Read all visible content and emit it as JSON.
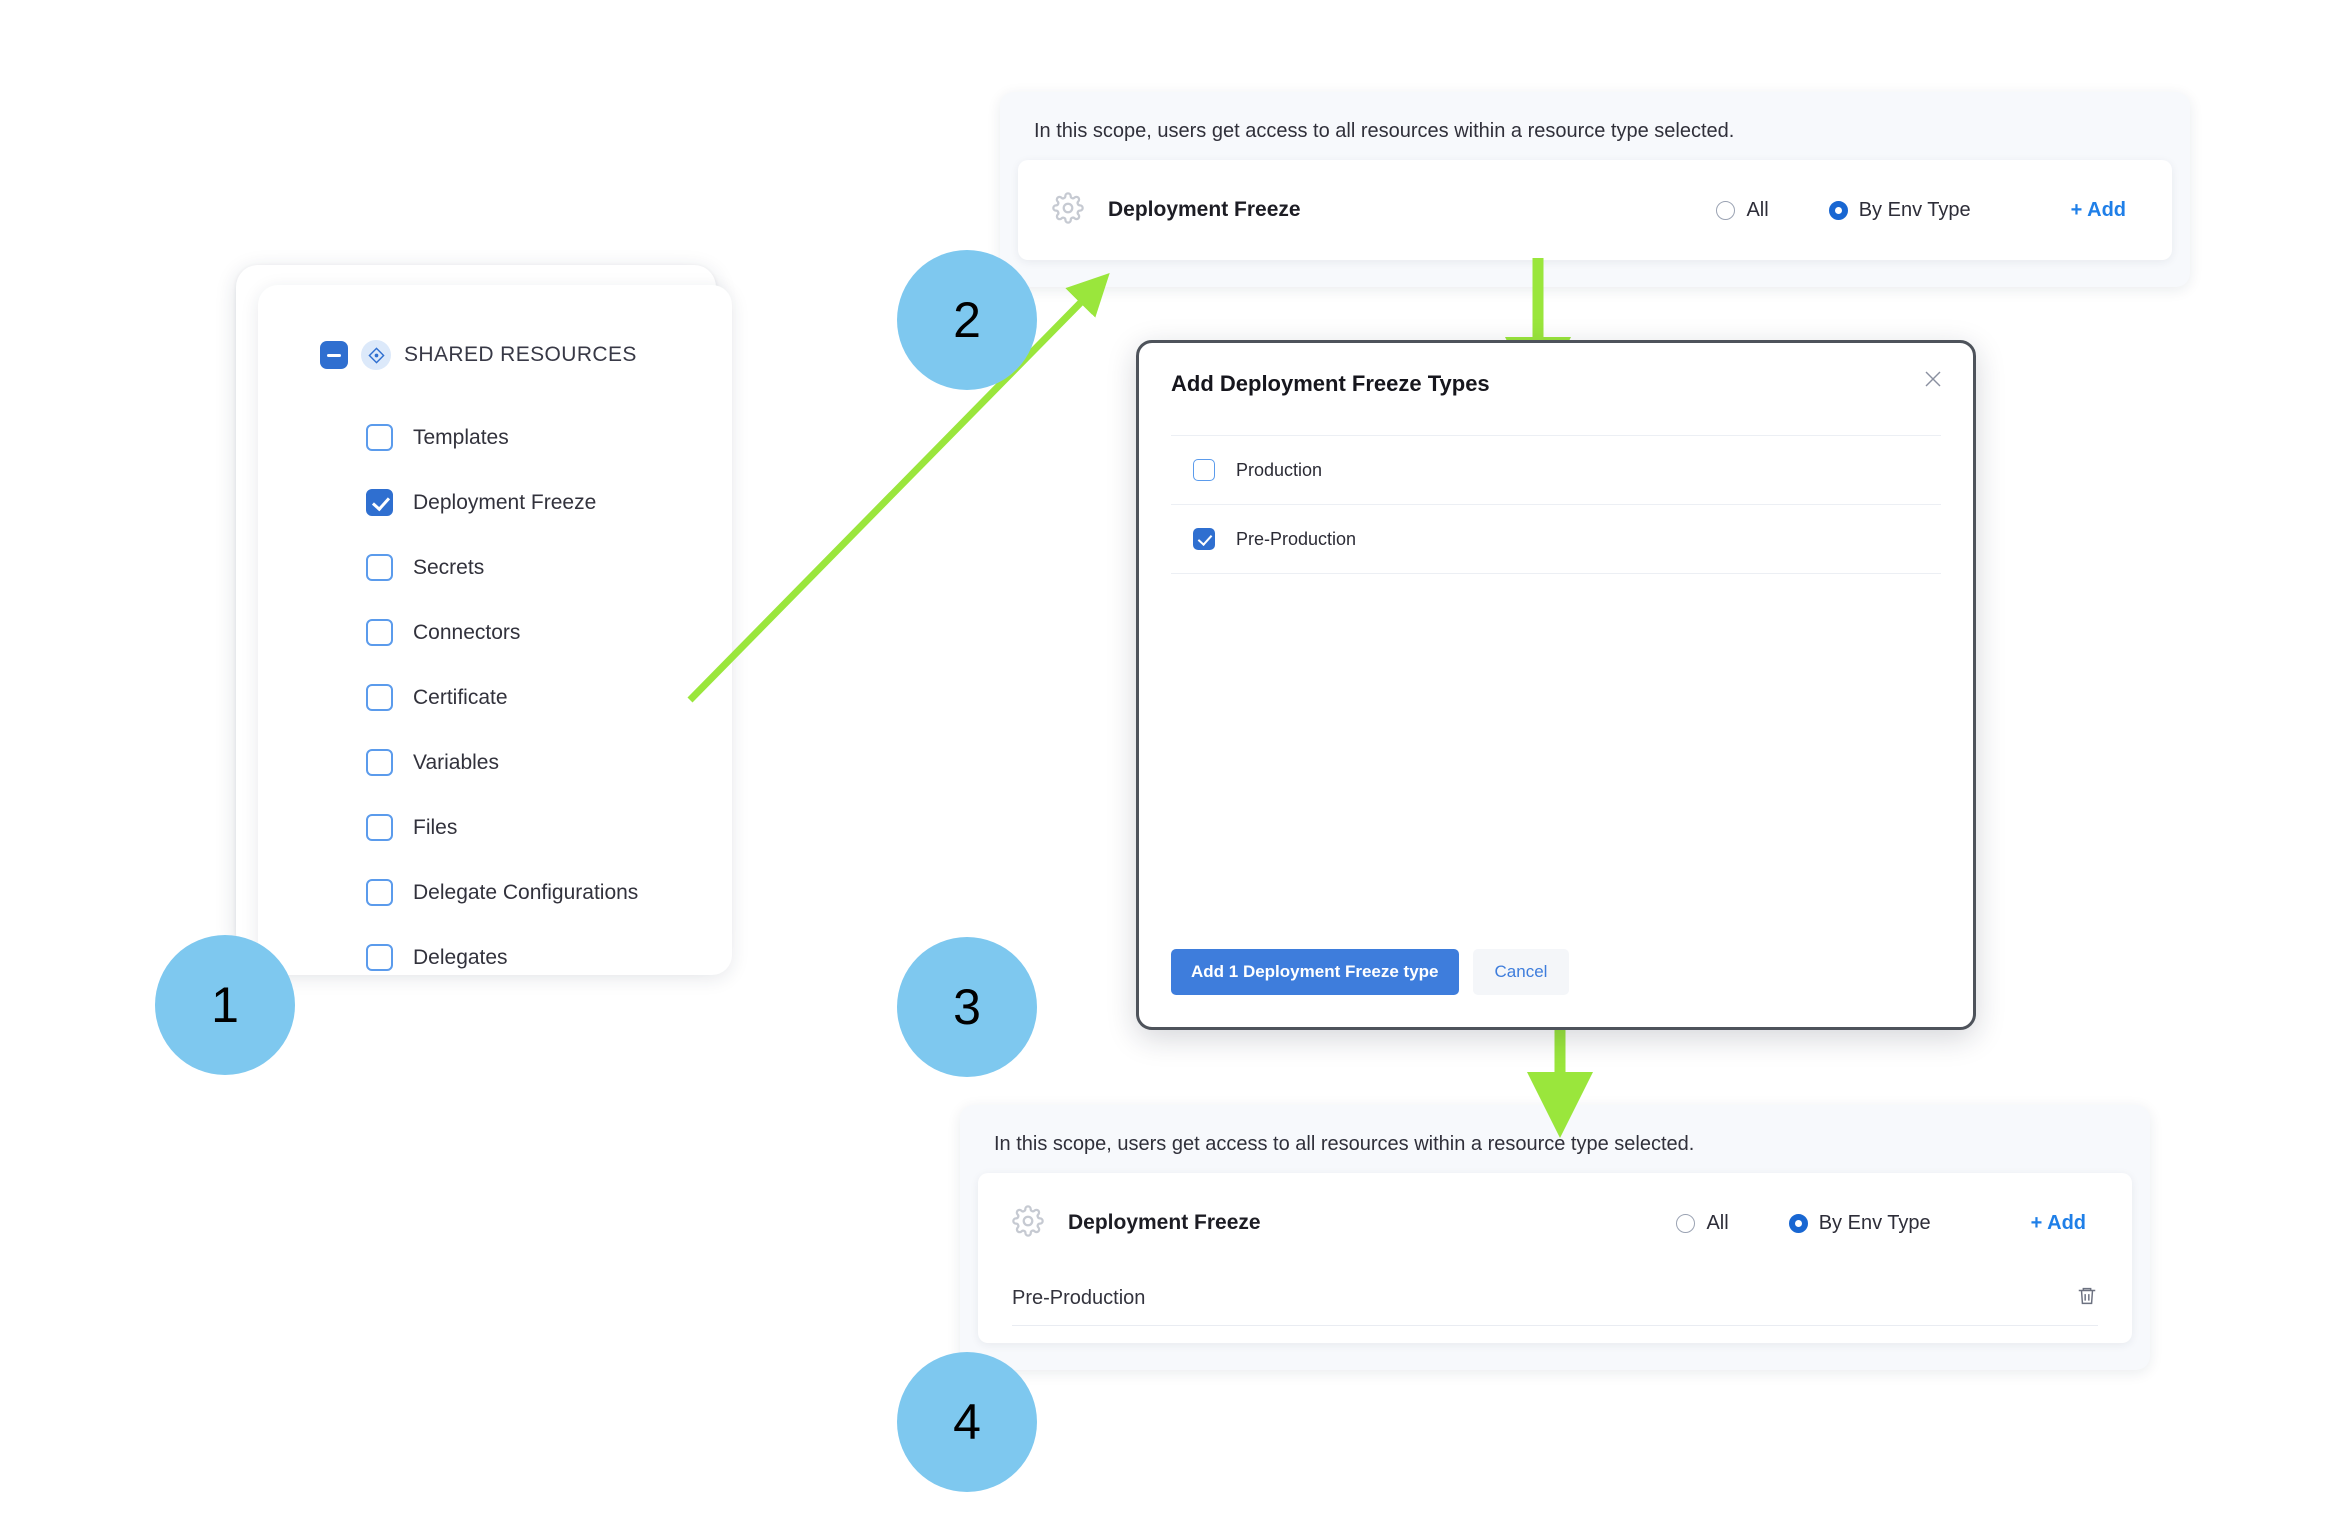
{
  "sidebar": {
    "header": {
      "collapse_icon": "minus-icon",
      "group_icon": "shared-resources-diamond-icon",
      "title": "SHARED RESOURCES"
    },
    "items": [
      {
        "label": "Templates",
        "checked": false
      },
      {
        "label": "Deployment Freeze",
        "checked": true
      },
      {
        "label": "Secrets",
        "checked": false
      },
      {
        "label": "Connectors",
        "checked": false
      },
      {
        "label": "Certificate",
        "checked": false
      },
      {
        "label": "Variables",
        "checked": false
      },
      {
        "label": "Files",
        "checked": false
      },
      {
        "label": "Delegate Configurations",
        "checked": false
      },
      {
        "label": "Delegates",
        "checked": false
      }
    ]
  },
  "scope_panel_top": {
    "description": "In this scope, users get access to all resources within a resource type selected.",
    "resource_icon": "gear-icon",
    "resource_name": "Deployment Freeze",
    "radio_all_label": "All",
    "radio_all_selected": false,
    "radio_env_label": "By Env Type",
    "radio_env_selected": true,
    "add_label": "+ Add"
  },
  "scope_panel_bottom": {
    "description": "In this scope, users get access to all resources within a resource type selected.",
    "resource_icon": "gear-icon",
    "resource_name": "Deployment Freeze",
    "radio_all_label": "All",
    "radio_all_selected": false,
    "radio_env_label": "By Env Type",
    "radio_env_selected": true,
    "add_label": "+ Add",
    "selected_value": "Pre-Production",
    "delete_icon": "trash-icon"
  },
  "modal": {
    "title": "Add Deployment Freeze Types",
    "close_icon": "close-icon",
    "rows": [
      {
        "label": "Production",
        "checked": false
      },
      {
        "label": "Pre-Production",
        "checked": true
      }
    ],
    "primary_button": "Add 1 Deployment Freeze type",
    "secondary_button": "Cancel"
  },
  "step_badges": [
    {
      "number": "1"
    },
    {
      "number": "2"
    },
    {
      "number": "3"
    },
    {
      "number": "4"
    }
  ],
  "colors": {
    "badge_fill": "#7ec8ef",
    "arrow_green": "#9ae63c",
    "accent_blue": "#2f6fd0",
    "link_blue": "#1f7fe8",
    "panel_bg": "#f7f9fc",
    "modal_border": "#4e535b"
  }
}
